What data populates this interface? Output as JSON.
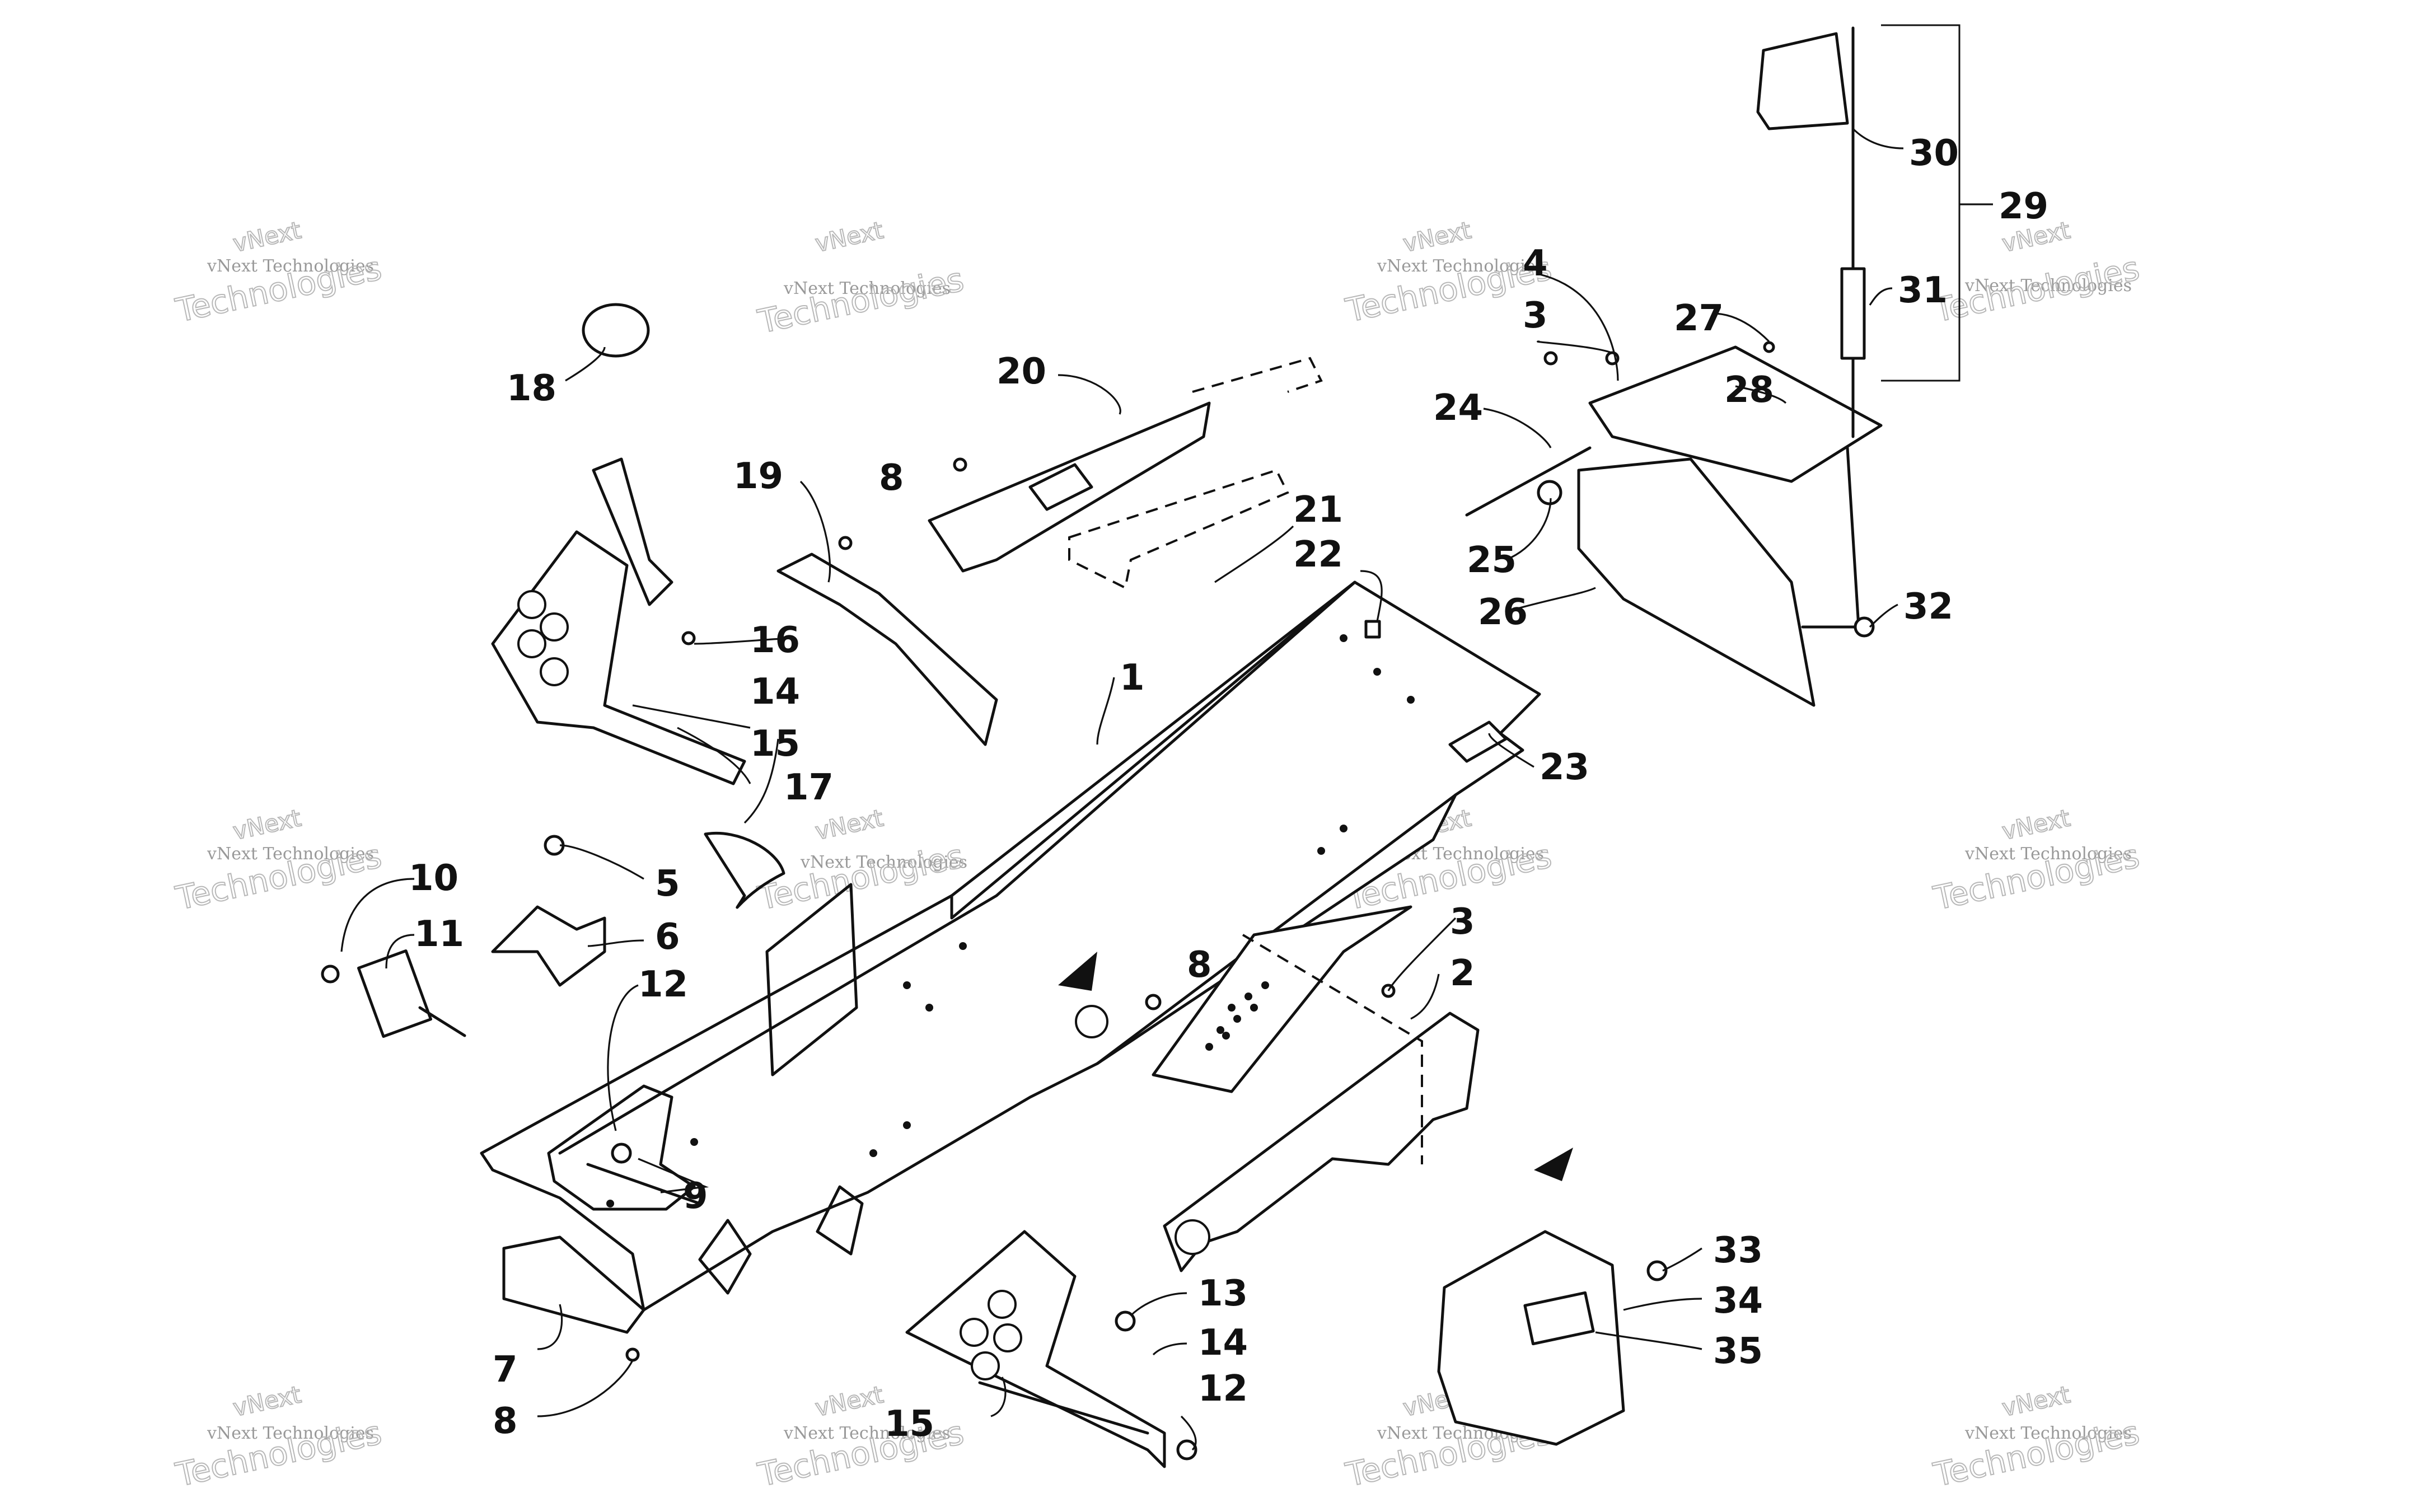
{
  "watermark": {
    "brand": "vNext",
    "line": "vNext Technologies",
    "word": "Technologies"
  },
  "callouts": [
    "1",
    "2",
    "3",
    "3",
    "4",
    "5",
    "6",
    "7",
    "8",
    "8",
    "8",
    "9",
    "10",
    "11",
    "12",
    "12",
    "13",
    "14",
    "14",
    "15",
    "15",
    "16",
    "17",
    "18",
    "19",
    "20",
    "21",
    "22",
    "23",
    "24",
    "25",
    "26",
    "27",
    "28",
    "29",
    "30",
    "31",
    "32",
    "33",
    "34",
    "35"
  ],
  "icons": {
    "direction_arrow": "triangle-arrow-icon",
    "warning_label": "label-decal-icon"
  }
}
